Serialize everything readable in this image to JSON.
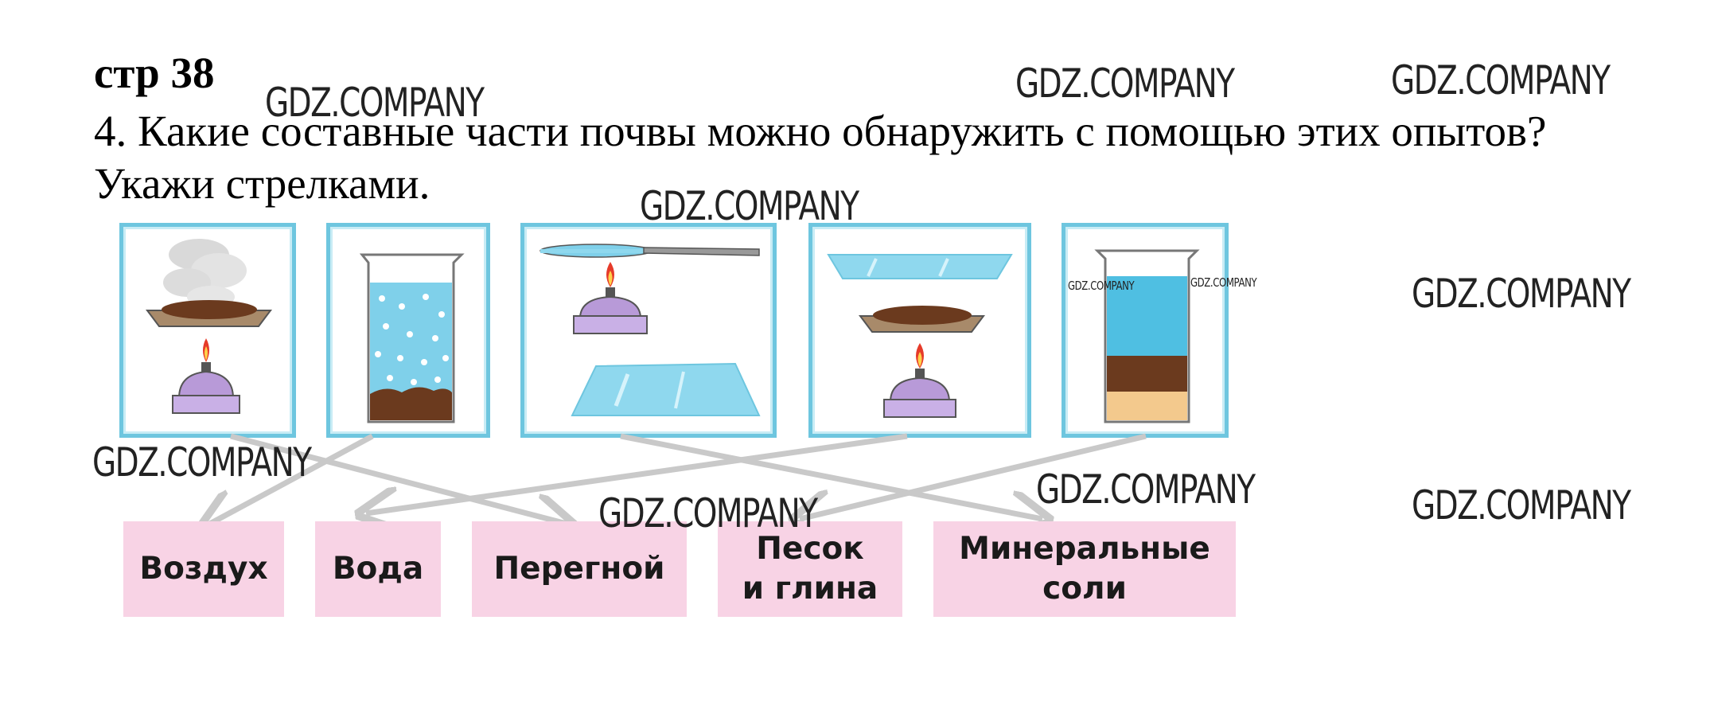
{
  "page_label": "стр 38",
  "question": {
    "line1": "4. Какие составные части почвы можно обнаружить с помощью этих опытов?",
    "line2": "Укажи стрелками."
  },
  "watermark": "GDZ.COMPANY",
  "experiments": [
    {
      "name": "heating-soil-with-smoke"
    },
    {
      "name": "soil-in-water-bubbles"
    },
    {
      "name": "heating-glass-plate"
    },
    {
      "name": "heating-soil-under-glass"
    },
    {
      "name": "settled-soil-layers"
    }
  ],
  "components": [
    {
      "label": "Воздух"
    },
    {
      "label": "Вода"
    },
    {
      "label": "Перегной"
    },
    {
      "label": "Песок\nи  глина"
    },
    {
      "label": "Минеральные\nсоли"
    }
  ],
  "arrows": [
    {
      "from_experiment": 2,
      "to_component": 1
    },
    {
      "from_experiment": 1,
      "to_component": 3
    },
    {
      "from_experiment": 4,
      "to_component": 2
    },
    {
      "from_experiment": 3,
      "to_component": 5
    },
    {
      "from_experiment": 5,
      "to_component": 4
    }
  ],
  "colors": {
    "frame": "#6ec6df",
    "component_bg": "#f8d3e5",
    "arrow": "#c9c9c9"
  }
}
